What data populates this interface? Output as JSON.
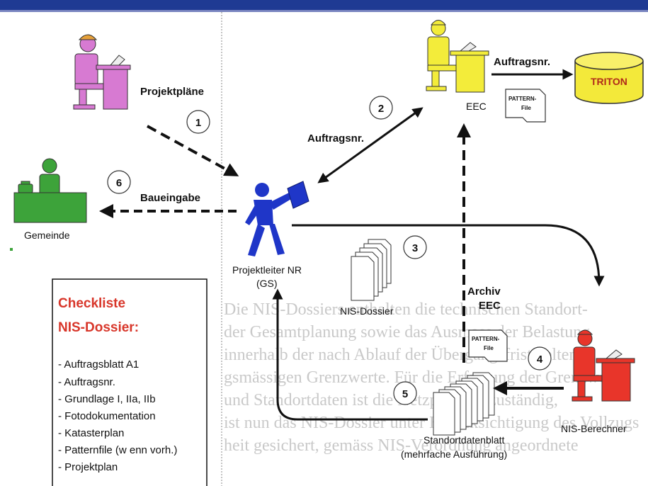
{
  "labels": {
    "projektplaene": "Projektpläne",
    "auftragsnr_top": "Auftragsnr.",
    "auftragsnr_mid": "Auftragsnr.",
    "eec": "EEC",
    "triton": "TRITON",
    "pattern_file": [
      "PATTERN-",
      "File"
    ],
    "baueingabe": "Baueingabe",
    "gemeinde": "Gemeinde",
    "projektleiter": [
      "Projektleiter NR",
      "(GS)"
    ],
    "nis_dossier": "NIS-Dossier",
    "archiv": [
      "Archiv",
      "EEC"
    ],
    "nis_berechner": "NIS-Berechner",
    "standortdatenblatt": [
      "Standortdatenblatt",
      "(mehrfache Ausführung)"
    ]
  },
  "steps": [
    "1",
    "2",
    "3",
    "4",
    "5",
    "6"
  ],
  "checklist": {
    "title": [
      "Checkliste",
      "NIS-Dossier:"
    ],
    "items": [
      "- Auftragsblatt A1",
      "- Auftragsnr.",
      "- Grundlage I, IIa, IIb",
      "- Fotodokumentation",
      "- Katasterplan",
      "- Patternfile (w enn vorh.)",
      "- Projektplan"
    ]
  },
  "background_text": [
    "Die NIS-Dossiers enthalten die technischen Standort-",
    "der Gesamtplanung sowie das Ausmass der Belastung",
    "innerhalb der nach Ablauf der Übergangsfrist gelten",
    "gsmässigen Grenzwerte. Für die Erfassung der Grenzwerte",
    "und Standortdaten ist die Netzplanung zuständig,",
    "ist nun das NIS-Dossier unter Berücksichtigung des Vollzugs",
    "heit gesichert, gemäss NIS-Verordnung angeordnete"
  ],
  "colors": {
    "top_bar": "#1f3a93",
    "pink_figure": "#d77ad2",
    "yellow_figure": "#f3ec3a",
    "green_figure": "#3da33a",
    "blue_figure": "#1f36c8",
    "red_figure": "#e8352a",
    "checklist_title": "#d8362a",
    "triton_fill": "#f3e93a",
    "arrow": "#111111"
  }
}
